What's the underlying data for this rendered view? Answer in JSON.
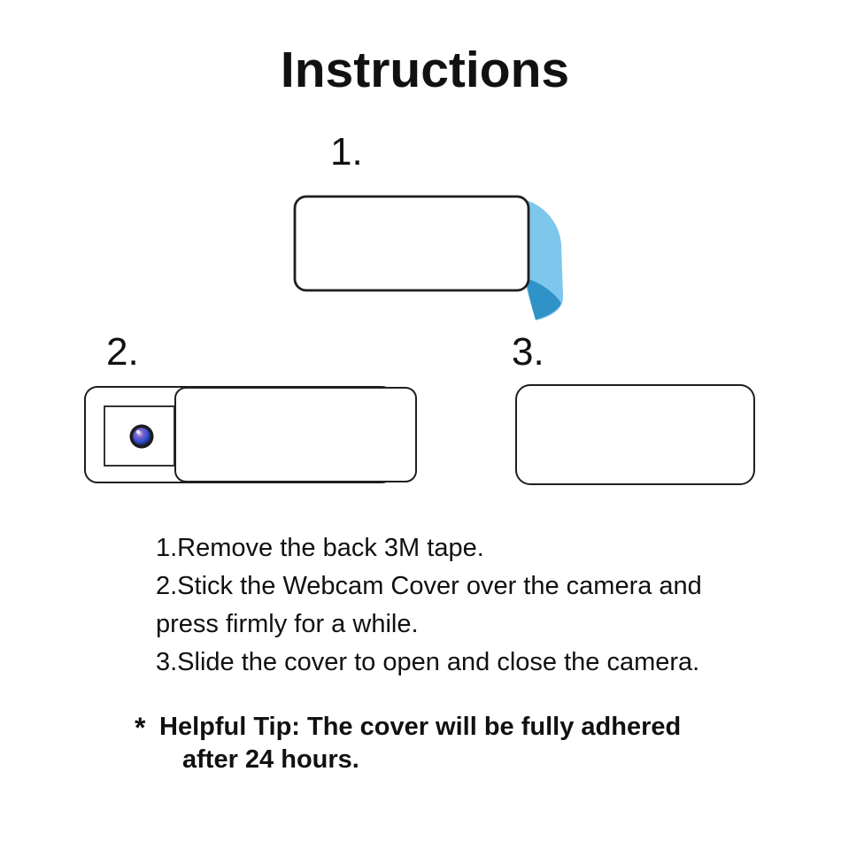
{
  "title": "Instructions",
  "steps": [
    {
      "label": "1."
    },
    {
      "label": "2."
    },
    {
      "label": "3."
    }
  ],
  "instructions": {
    "lines": [
      "1.Remove the back 3M tape.",
      "2.Stick the Webcam Cover over the camera and",
      "press firmly for a while.",
      "3.Slide the cover to open and close the camera."
    ]
  },
  "tip": {
    "marker": "*",
    "line1": "Helpful Tip: The cover will be fully adhered",
    "line2": "after 24 hours."
  },
  "colors": {
    "background": "#ffffff",
    "text": "#111111",
    "outline": "#1f1f1f",
    "window_outline": "#333333",
    "fill_white": "#ffffff",
    "tape_light": "#7dc7ec",
    "tape_dark": "#2f93c8",
    "lens_ring": "#1b1b22",
    "lens_highlight": "#cfe3f5",
    "lens_purple": "#8a63c8",
    "lens_blue": "#3050d8",
    "lens_dark": "#141830"
  }
}
